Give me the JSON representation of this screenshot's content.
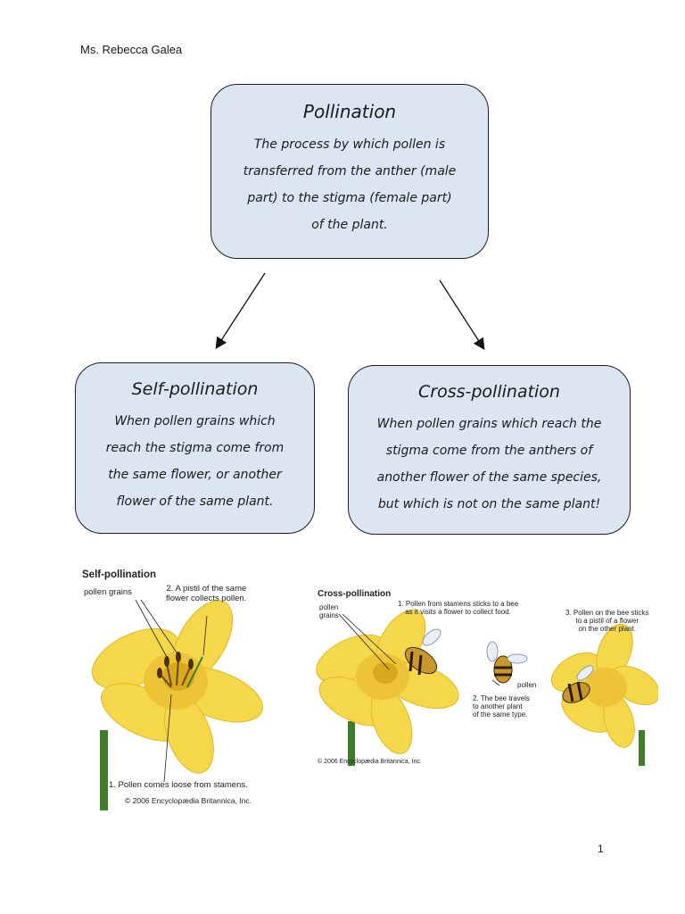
{
  "header": {
    "author": "Ms. Rebecca Galea"
  },
  "main_concept": {
    "title": "Pollination",
    "lines": [
      "The process by which pollen is",
      "transferred from the anther (male",
      "part) to the stigma (female part)",
      "of the plant."
    ]
  },
  "self_pollination": {
    "title": "Self-pollination",
    "lines": [
      "When pollen grains which",
      "reach the stigma come from",
      "the same flower, or another",
      "flower of the same plant."
    ]
  },
  "cross_pollination": {
    "title": "Cross-pollination",
    "lines": [
      "When pollen grains which reach the",
      "stigma come from the anthers of",
      "another flower of the same species,",
      "but which is not on the same plant!"
    ]
  },
  "self_illustration": {
    "title": "Self-pollination",
    "label_pollen_grains": "pollen grains",
    "label_pistil_1": "2. A pistil of the same",
    "label_pistil_2": "flower collects pollen.",
    "label_stamens": "1. Pollen comes loose from stamens.",
    "copyright": "© 2006 Encyclopædia Britannica, Inc."
  },
  "cross_illustration": {
    "title": "Cross-pollination",
    "label_pollen_1": "pollen",
    "label_pollen_2": "grains",
    "label_step1_1": "1. Pollen from stamens sticks to a bee",
    "label_step1_2": "as it visits a flower to collect food.",
    "label_step3_1": "3. Pollen on the bee sticks",
    "label_step3_2": "to a pistil of a flower",
    "label_step3_3": "on the other plant.",
    "label_pollen": "pollen",
    "label_step2_1": "2. The bee travels",
    "label_step2_2": "to another plant",
    "label_step2_3": "of the same type.",
    "copyright": "© 2006 Encyclopædia Britannica, Inc."
  },
  "footer": {
    "page_number": "1"
  },
  "colors": {
    "box_fill": "#dce6f2",
    "petal": "#f5d84a",
    "petal_shade": "#e3b821",
    "stem": "#3f7d2a",
    "bee": "#c9972e"
  }
}
